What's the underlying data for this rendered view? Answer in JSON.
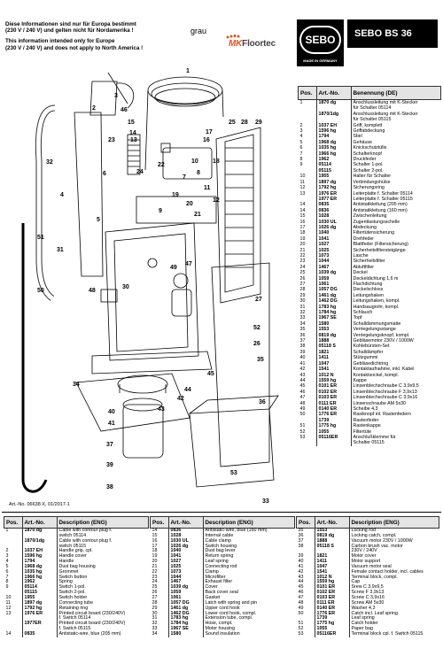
{
  "notice": {
    "de_line1": "Diese Informationen sind nur für Europa bestimmt",
    "de_line2": "(230 V / 240 V) und gelten nicht für Nordamerika !",
    "en_line1": "This information intended only for Europe",
    "en_line2": "(230 V / 240 V) and does not apply to North America !"
  },
  "color_label": "grau",
  "dealer": {
    "prefix": "MK",
    "name": "Floortec"
  },
  "brand": {
    "name": "SEBO",
    "tagline": "MADE IN GERMANY"
  },
  "model": "SEBO BS 36",
  "article_number": "Art.-No. 06638 X, 01/2017-1",
  "headers_de": {
    "pos": "Pos.",
    "art": "Art.-No.",
    "desc": "Benennung (DE)"
  },
  "headers_en": {
    "pos": "Pos.",
    "art": "Art.-No.",
    "desc": "Description (ENG)"
  },
  "parts_de": [
    {
      "pos": "1",
      "art": "1870 dg",
      "desc": "Anschlussleitung mit K-Stecker"
    },
    {
      "pos": "",
      "art": "",
      "desc": "für Schalter 05114"
    },
    {
      "pos": "",
      "art": "1870/1dg",
      "desc": "Anschlussleitung mit K-Stecker"
    },
    {
      "pos": "",
      "art": "",
      "desc": "für Schalter 05115"
    },
    {
      "pos": "2",
      "art": "1037 EH",
      "desc": "Griff, komplett"
    },
    {
      "pos": "3",
      "art": "1596 hg",
      "desc": "Griffabdeckung"
    },
    {
      "pos": "4",
      "art": "1794",
      "desc": "Stiel"
    },
    {
      "pos": "5",
      "art": "1968 dg",
      "desc": "Gehäuse"
    },
    {
      "pos": "6",
      "art": "1035 hg",
      "desc": "Knickschutztülle"
    },
    {
      "pos": "7",
      "art": "1966 hg",
      "desc": "Schalterknopf"
    },
    {
      "pos": "8",
      "art": "1962",
      "desc": "Druckfeder"
    },
    {
      "pos": "9",
      "art": "05114",
      "desc": "Schalter 1-pol."
    },
    {
      "pos": "",
      "art": "05115",
      "desc": "Schalter 2-pol."
    },
    {
      "pos": "10",
      "art": "1955",
      "desc": "Halter für Schalter"
    },
    {
      "pos": "11",
      "art": "1897 dg",
      "desc": "Verbindungshülse"
    },
    {
      "pos": "12",
      "art": "1792 hg",
      "desc": "Sicherungsring"
    },
    {
      "pos": "13",
      "art": "1976 ER",
      "desc": "Leiterplatte f. Schalter 05114"
    },
    {
      "pos": "",
      "art": "1977 ER",
      "desc": "Leiterplatte f. Schalter 05115"
    },
    {
      "pos": "14",
      "art": "0835",
      "desc": "Antistatikleitung (205 mm)"
    },
    {
      "pos": "14",
      "art": "0836",
      "desc": "Antistatikleitung (160 mm)"
    },
    {
      "pos": "15",
      "art": "1028",
      "desc": "Zwischenleitung"
    },
    {
      "pos": "16",
      "art": "1030 UL",
      "desc": "Zugentlastungsschelle"
    },
    {
      "pos": "17",
      "art": "1026 dg",
      "desc": "Abdeckung"
    },
    {
      "pos": "18",
      "art": "1040",
      "desc": "Filtertütensicherung"
    },
    {
      "pos": "19",
      "art": "1041",
      "desc": "Drehfeder"
    },
    {
      "pos": "20",
      "art": "1027",
      "desc": "Blattfeder (Filtersicherung)"
    },
    {
      "pos": "21",
      "art": "1025",
      "desc": "Sicherheitsfiltersteigänge"
    },
    {
      "pos": "22",
      "art": "1073",
      "desc": "Lasche"
    },
    {
      "pos": "23",
      "art": "1044",
      "desc": "Sicherheitsfilter"
    },
    {
      "pos": "24",
      "art": "1467",
      "desc": "Abluftfilter"
    },
    {
      "pos": "25",
      "art": "1039 dg",
      "desc": "Deckel"
    },
    {
      "pos": "26",
      "art": "1059",
      "desc": "Deckeldichtung 1,6 m"
    },
    {
      "pos": "27",
      "art": "1061",
      "desc": "Flachdichtung"
    },
    {
      "pos": "28",
      "art": "1057 DG",
      "desc": "Deckelschloss"
    },
    {
      "pos": "29",
      "art": "1461 dg",
      "desc": "Leitungshaken"
    },
    {
      "pos": "30",
      "art": "1462 DG",
      "desc": "Leitungshaken, kompl."
    },
    {
      "pos": "31",
      "art": "1783 hg",
      "desc": "Handsaugrohr, kompl."
    },
    {
      "pos": "32",
      "art": "1784 hg",
      "desc": "Schlauch"
    },
    {
      "pos": "33",
      "art": "1967 SE",
      "desc": "Topf"
    },
    {
      "pos": "34",
      "art": "1580",
      "desc": "Schalldämmungsmatte"
    },
    {
      "pos": "35",
      "art": "1553",
      "desc": "Verriegelungsstange"
    },
    {
      "pos": "36",
      "art": "0819 dg",
      "desc": "Verriegelungsknopf, kompl."
    },
    {
      "pos": "37",
      "art": "1888",
      "desc": "Gebläsemotor 230V / 1000W"
    },
    {
      "pos": "38",
      "art": "05118 S",
      "desc": "Kohlebürsten-Set"
    },
    {
      "pos": "39",
      "art": "1821",
      "desc": "Schalldämpfer"
    },
    {
      "pos": "40",
      "art": "1411",
      "desc": "Stützgummi"
    },
    {
      "pos": "41",
      "art": "1047",
      "desc": "Gebläsedichtring"
    },
    {
      "pos": "42",
      "art": "1541",
      "desc": "Kontaktaufnahme, inkl. Kabel"
    },
    {
      "pos": "43",
      "art": "1012 N",
      "desc": "Kontaktsockel, kompl."
    },
    {
      "pos": "44",
      "art": "1559 hg",
      "desc": "Kappe"
    },
    {
      "pos": "45",
      "art": "0101 ER",
      "desc": "Linsenblechschraube C 3,9x9,5"
    },
    {
      "pos": "46",
      "art": "0102 ER",
      "desc": "Linsenblechschraube F 3,9x13"
    },
    {
      "pos": "47",
      "art": "0103 ER",
      "desc": "Linsenblechschraube C 3,9x16"
    },
    {
      "pos": "48",
      "art": "0111 ER",
      "desc": "Linsenschraube AM 5x30"
    },
    {
      "pos": "49",
      "art": "0140 ER",
      "desc": "Scheibe 4,3"
    },
    {
      "pos": "50",
      "art": "1776 ER",
      "desc": "Rastknopf inl. Rastenfedern"
    },
    {
      "pos": "",
      "art": "1739",
      "desc": "Rastenfeder"
    },
    {
      "pos": "51",
      "art": "1775 hg",
      "desc": "Rastenkappe"
    },
    {
      "pos": "52",
      "art": "1055",
      "desc": "Filtertüte"
    },
    {
      "pos": "53",
      "art": "05116ER",
      "desc": "Anschlußklemme für"
    },
    {
      "pos": "",
      "art": "",
      "desc": "Schalter 05115"
    }
  ],
  "parts_en_col1": [
    {
      "pos": "1",
      "art": "1870 dg",
      "desc": "Cable with contour plug f."
    },
    {
      "pos": "",
      "art": "",
      "desc": "switch 05114"
    },
    {
      "pos": "",
      "art": "1870/1dg",
      "desc": "Cable with contour plug f."
    },
    {
      "pos": "",
      "art": "",
      "desc": "switch 05115"
    },
    {
      "pos": "2",
      "art": "1037 EH",
      "desc": "Handle grip, cpl."
    },
    {
      "pos": "3",
      "art": "1596 hg",
      "desc": "Handle cover"
    },
    {
      "pos": "4",
      "art": "1794",
      "desc": "Handle"
    },
    {
      "pos": "5",
      "art": "1968 dg",
      "desc": "Dust bag housing"
    },
    {
      "pos": "6",
      "art": "1035 hg",
      "desc": "Grommet"
    },
    {
      "pos": "7",
      "art": "1966 hg",
      "desc": "Switch button"
    },
    {
      "pos": "8",
      "art": "1962",
      "desc": "Spring"
    },
    {
      "pos": "9",
      "art": "05114",
      "desc": "Switch 1-pol."
    },
    {
      "pos": "",
      "art": "05115",
      "desc": "Switch 2-pol."
    },
    {
      "pos": "10",
      "art": "1955",
      "desc": "Switch holder"
    },
    {
      "pos": "11",
      "art": "1897 dg",
      "desc": "Connecting tube"
    },
    {
      "pos": "12",
      "art": "1792 hg",
      "desc": "Retaining ring"
    },
    {
      "pos": "13",
      "art": "1976 ER",
      "desc": "Printed circuit board (230/240V)"
    },
    {
      "pos": "",
      "art": "",
      "desc": "f. Switch 05114"
    },
    {
      "pos": "",
      "art": "1977ER",
      "desc": "Printed circuit board (230/240V)"
    },
    {
      "pos": "",
      "art": "",
      "desc": "f. Switch 05115"
    },
    {
      "pos": "14",
      "art": "0835",
      "desc": "Antistatic-wire, blue (205 mm)"
    }
  ],
  "parts_en_col2": [
    {
      "pos": "14",
      "art": "0836",
      "desc": "Antistatic-wire, blue (160 mm)"
    },
    {
      "pos": "15",
      "art": "1028",
      "desc": "Internal cable"
    },
    {
      "pos": "16",
      "art": "1030 UL",
      "desc": "Cable clamp"
    },
    {
      "pos": "17",
      "art": "1026 dg",
      "desc": "Switch housing"
    },
    {
      "pos": "18",
      "art": "1040",
      "desc": "Dust bag lever"
    },
    {
      "pos": "19",
      "art": "1041",
      "desc": "Return spring"
    },
    {
      "pos": "20",
      "art": "1027",
      "desc": "Leaf spring"
    },
    {
      "pos": "21",
      "art": "1025",
      "desc": "Connecting rod"
    },
    {
      "pos": "22",
      "art": "1073",
      "desc": "Clamp"
    },
    {
      "pos": "23",
      "art": "1044",
      "desc": "Microfilter"
    },
    {
      "pos": "24",
      "art": "1467",
      "desc": "Exhaust filter"
    },
    {
      "pos": "25",
      "art": "1039 dg",
      "desc": "Cover"
    },
    {
      "pos": "26",
      "art": "1059",
      "desc": "Back cover seal"
    },
    {
      "pos": "27",
      "art": "1061",
      "desc": "Gasket"
    },
    {
      "pos": "28",
      "art": "1057 DG",
      "desc": "Latch with spring and pin"
    },
    {
      "pos": "29",
      "art": "1461 dg",
      "desc": "Upper cord hook"
    },
    {
      "pos": "30",
      "art": "1462 DG",
      "desc": "Lower cord hook, compl."
    },
    {
      "pos": "31",
      "art": "1783 hg",
      "desc": "Extension tube, compl."
    },
    {
      "pos": "32",
      "art": "1784 hg",
      "desc": "Hose, compl."
    },
    {
      "pos": "33",
      "art": "1967 SE",
      "desc": "Motor housing"
    },
    {
      "pos": "34",
      "art": "1580",
      "desc": "Sound insulation"
    }
  ],
  "parts_en_col3": [
    {
      "pos": "35",
      "art": "1553",
      "desc": "Locking rod"
    },
    {
      "pos": "36",
      "art": "0819 dg",
      "desc": "Locking catch, compl."
    },
    {
      "pos": "37",
      "art": "1888",
      "desc": "Vacuum motor 230V / 1000W"
    },
    {
      "pos": "38",
      "art": "05118 S",
      "desc": "Carbon brush vac. motor"
    },
    {
      "pos": "",
      "art": "",
      "desc": "230V / 240V"
    },
    {
      "pos": "39",
      "art": "1821",
      "desc": "Motor cover"
    },
    {
      "pos": "40",
      "art": "1411",
      "desc": "Motor support"
    },
    {
      "pos": "41",
      "art": "1047",
      "desc": "Vacuum motor seal"
    },
    {
      "pos": "42",
      "art": "1541",
      "desc": "Female contact holder, incl. cables"
    },
    {
      "pos": "43",
      "art": "1012 N",
      "desc": "Terminal block, compl."
    },
    {
      "pos": "44",
      "art": "1559 hg",
      "desc": "Cap"
    },
    {
      "pos": "45",
      "art": "0101 ER",
      "desc": "Srew C 3,9x9,5"
    },
    {
      "pos": "46",
      "art": "0102 ER",
      "desc": "Screw F 3,9x13"
    },
    {
      "pos": "47",
      "art": "0103 ER",
      "desc": "Screw C 3,9x16"
    },
    {
      "pos": "48",
      "art": "0111 ER",
      "desc": "Screw AM 5x30"
    },
    {
      "pos": "49",
      "art": "0140 ER",
      "desc": "Washer 4,3"
    },
    {
      "pos": "50",
      "art": "1776 ER",
      "desc": "Catch incl. Leaf spring"
    },
    {
      "pos": "",
      "art": "1739",
      "desc": "Leaf spring"
    },
    {
      "pos": "51",
      "art": "1775 hg",
      "desc": "Catch holder"
    },
    {
      "pos": "52",
      "art": "1055",
      "desc": "Paper bag"
    },
    {
      "pos": "53",
      "art": "05116ER",
      "desc": "Terminal block cpl. f. Switch 05115"
    }
  ],
  "diagram_labels": [
    {
      "n": "1"
    },
    {
      "n": "2"
    },
    {
      "n": "3"
    },
    {
      "n": "4"
    },
    {
      "n": "5"
    },
    {
      "n": "6"
    },
    {
      "n": "7"
    },
    {
      "n": "8"
    },
    {
      "n": "9"
    },
    {
      "n": "10"
    },
    {
      "n": "11"
    },
    {
      "n": "12"
    },
    {
      "n": "13"
    },
    {
      "n": "14"
    },
    {
      "n": "15"
    },
    {
      "n": "16"
    },
    {
      "n": "17"
    },
    {
      "n": "18"
    },
    {
      "n": "19"
    },
    {
      "n": "20"
    },
    {
      "n": "21"
    },
    {
      "n": "22"
    },
    {
      "n": "23"
    },
    {
      "n": "24"
    },
    {
      "n": "25"
    },
    {
      "n": "26"
    },
    {
      "n": "27"
    },
    {
      "n": "28"
    },
    {
      "n": "29"
    },
    {
      "n": "30"
    },
    {
      "n": "31"
    },
    {
      "n": "32"
    },
    {
      "n": "33"
    },
    {
      "n": "34"
    },
    {
      "n": "35"
    },
    {
      "n": "36"
    },
    {
      "n": "37"
    },
    {
      "n": "38"
    },
    {
      "n": "39"
    },
    {
      "n": "40"
    },
    {
      "n": "41"
    },
    {
      "n": "42"
    },
    {
      "n": "43"
    },
    {
      "n": "44"
    },
    {
      "n": "45"
    },
    {
      "n": "46"
    },
    {
      "n": "47"
    },
    {
      "n": "48"
    },
    {
      "n": "49"
    },
    {
      "n": "50"
    },
    {
      "n": "51"
    },
    {
      "n": "52"
    },
    {
      "n": "53"
    }
  ],
  "colors": {
    "accent_orange": "#e8511e",
    "header_gray": "#e4e4e4",
    "black": "#000000"
  }
}
